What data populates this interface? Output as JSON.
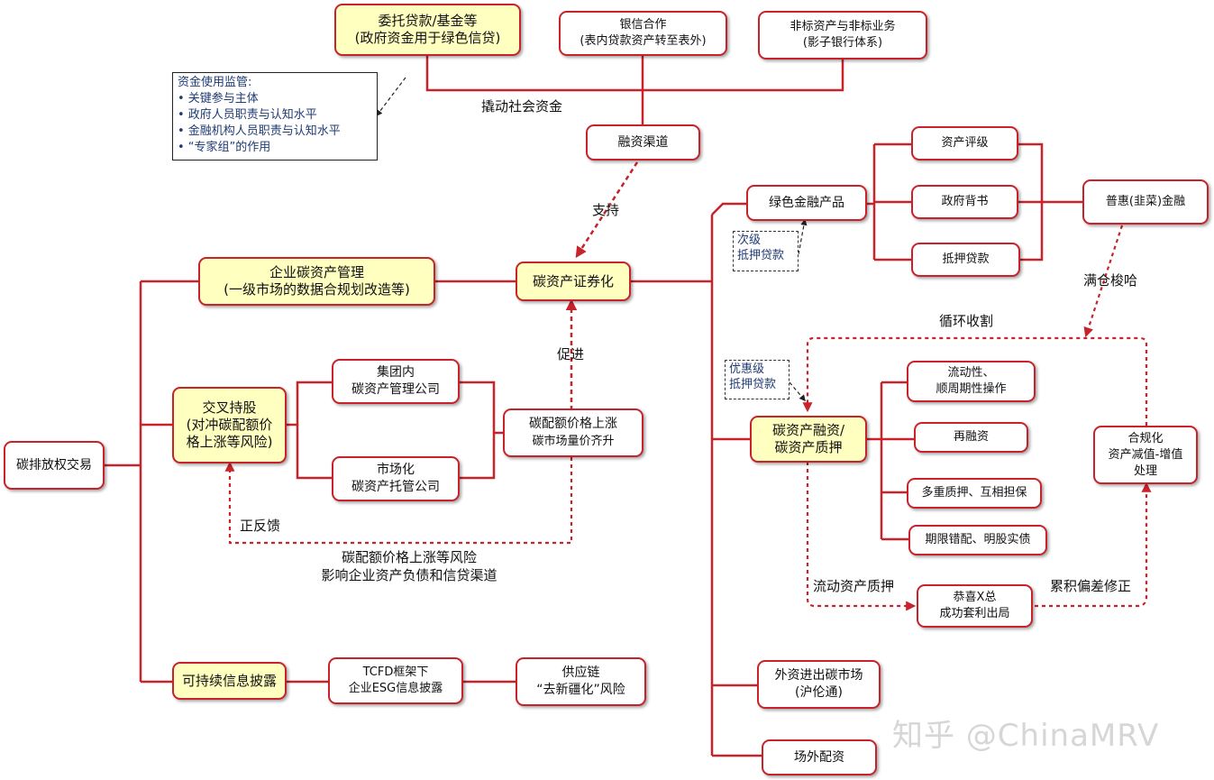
{
  "nodes": {
    "weituo": [
      "委托贷款/基金等",
      "(政府资金用于绿色信贷)"
    ],
    "yinxin": [
      "银信合作",
      "(表内贷款资产转至表外)"
    ],
    "feibiao": [
      "非标资产与非标业务",
      "(影子银行体系)"
    ],
    "rongzi": [
      "融资渠道"
    ],
    "lvse": [
      "绿色金融产品"
    ],
    "zichan_pingji": [
      "资产评级"
    ],
    "zhengfu_beishu": [
      "政府背书"
    ],
    "diya_daikuan": [
      "抵押贷款"
    ],
    "puhui": [
      "普惠(韭菜)金融"
    ],
    "qiye_guanli": [
      "企业碳资产管理",
      "(一级市场的数据合规划改造等)"
    ],
    "zhengquan": [
      "碳资产证券化"
    ],
    "jiaocha": [
      "交叉持股",
      "(对冲碳配额价",
      "格上涨等风险)"
    ],
    "jituan": [
      "集团内",
      "碳资产管理公司"
    ],
    "shichanghua": [
      "市场化",
      "碳资产托管公司"
    ],
    "jiage": [
      "碳配额价格上涨",
      "碳市场量价齐升"
    ],
    "paifang": [
      "碳排放权交易"
    ],
    "rongzi_zhiya": [
      "碳资产融资/",
      "碳资产质押"
    ],
    "liudong": [
      "流动性、",
      "顺周期性操作"
    ],
    "zairongzi": [
      "再融资"
    ],
    "duochong": [
      "多重质押、互相担保"
    ],
    "qixian": [
      "期限错配、明股实债"
    ],
    "hegui": [
      "合规化",
      "资产减值-增值",
      "处理"
    ],
    "gongxi": [
      "恭喜X总",
      "成功套利出局"
    ],
    "waizi": [
      "外资进出碳市场",
      "(沪伦通)"
    ],
    "changwai": [
      "场外配资"
    ],
    "kechixu": [
      "可持续信息披露"
    ],
    "tcfd": [
      "TCFD框架下",
      "企业ESG信息披露"
    ],
    "gongying": [
      "供应链",
      "“去新疆化”风险"
    ]
  },
  "supervision": {
    "title": "资金使用监管:",
    "items": [
      "• 关键参与主体",
      "• 政府人员职责与认知水平",
      "• 金融机构人员职责与认知水平",
      "• “专家组”的作用"
    ]
  },
  "notes": {
    "ciji": [
      "次级",
      "抵押贷款"
    ],
    "youhui": [
      "优惠级",
      "抵押贷款"
    ]
  },
  "labels": {
    "qiaodong": "撬动社会资金",
    "zhichi": "支持",
    "cujin": "促进",
    "zhengfankui": "正反馈",
    "fengxian": [
      "碳配额价格上涨等风险",
      "影响企业资产负债和信贷渠道"
    ],
    "xunhuan": "循环收割",
    "mancang": "满仓梭哈",
    "liudong_zhiya": "流动资产质押",
    "leiji": "累积偏差修正"
  },
  "watermark": "知乎 @ChinaMRV",
  "colors": {
    "line": "#c8222a",
    "highlight": "#ffffc0",
    "note_text": "#1f3b73"
  }
}
